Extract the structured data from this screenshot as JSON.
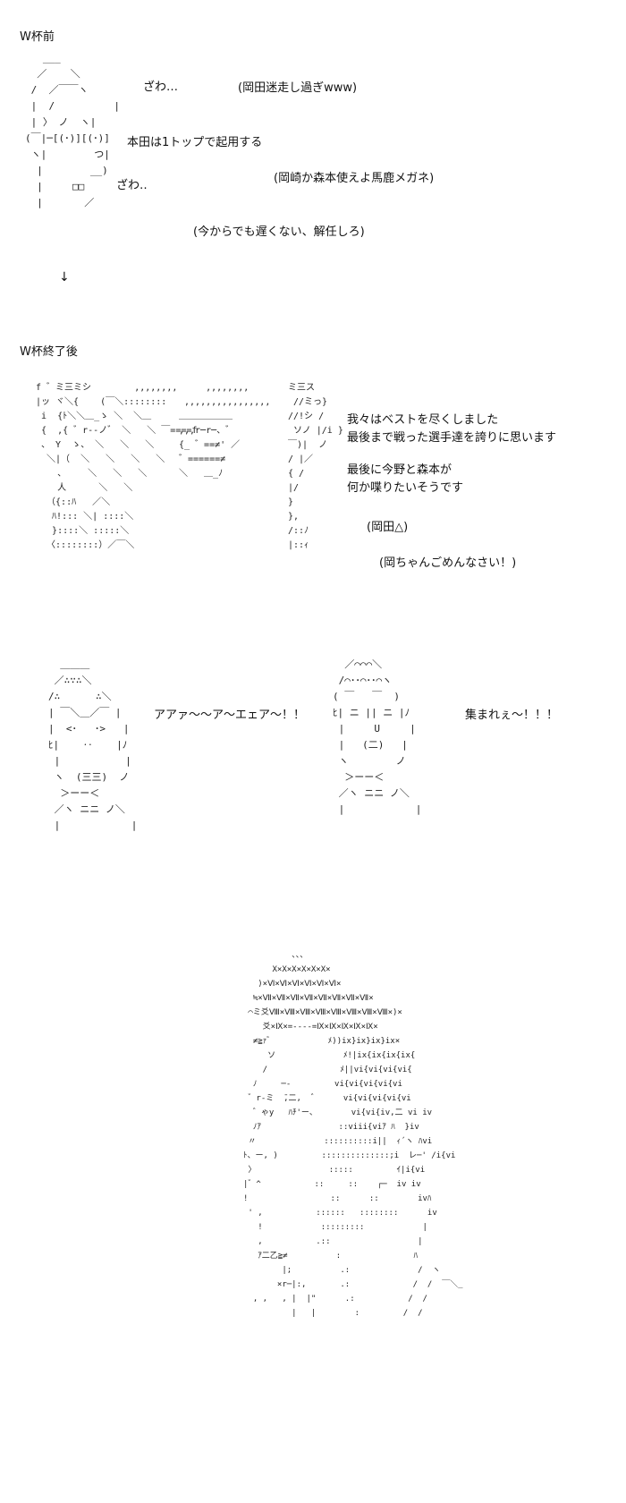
{
  "section1": {
    "heading": "W杯前",
    "zawa1": "ざわ…",
    "quote1": "(岡田迷走し過ぎwww)",
    "line_honda": "本田は1トップで起用する",
    "quote2": "(岡崎か森本使えよ馬鹿メガネ)",
    "zawa2": "ざわ‥",
    "quote3": "(今からでも遅くない、解任しろ)",
    "arrow": "↓"
  },
  "section2": {
    "heading": "W杯終了後",
    "speech1": "我々はベストを尽くしました",
    "speech2": "最後まで戦った選手達を誇りに思います",
    "speech3": "最後に今野と森本が",
    "speech4": "何か喋りたいそうです",
    "quote4": "(岡田△)",
    "quote5": "(岡ちゃんごめんなさい！)"
  },
  "section3": {
    "shout1": "アアァ～～ア～エェア～！！",
    "shout2": "集まれぇ～！！！"
  },
  "art": {
    "okada_before": "   ___\n  ／    ＼\n /  ／￣￣ヽ\n |  /          |\n | 〉 ノ  ヽ|\n(￣|─[(･)][(･)]\n ヽ|        つ|\n  |        __)\n  |     □□\n  |       ／",
    "okada_after": "f ゛ミ三ミシ        ,,,,,,,,\n|ッ ヾ＼{    (￣＼::::::::\n i  {ﾄ＼＼＿_ゝ ＼  ＼＿\n {  ,{ ゛r‐-ノ゛ ＼   ＼ ￣====f\n 、 Y  ゝ、 ＼   ＼   ＼\n  ＼|（  ＼   ＼   ＼   ＼\n    、    ＼   ＼   ＼\n    人      ＼   ＼\n  （{::ﾊ   ／＼\n   ﾊ!::: ＼| ::::＼\n   }::::＼ :::::＼\n  〈::::::::）／￣＼",
    "okada_after_right": "ミ三ス\n //ミっ}\n//!シ /\n ソノ |/i }\n￣)|  ノ\n/ |／\n{ /\n|/\n}\n},\n/::ﾉ\n|::ｨ",
    "okada_after_mid": "     ,,,,,,,,\n ,,,,,,,,,,,,,,,,\n＿＿＿＿＿＿\n,,,r─r─、゛\n{_ ゛==≠' ／\n゛======≠\n＼   ＿_ﾉ",
    "konno": "  ＿＿＿\n ／∴∵∴＼\n/∴      ∴＼\n| ￣＼＿／￣ |\n|  <･   ･>   |\nﾋ|    ‥    |ﾉ\n |           |\n ヽ  (三三)  ノ\n  ＞ーー＜\n ／ヽ ニニ ノ＼\n |            |",
    "morimoto": "  ／⌒⌒⌒＼\n /⌒･･⌒･･⌒ヽ\n( ￣   ￣  )\nﾋ| ニ || ニ |ﾉ\n |     U     |\n |   (二)   |\n ヽ        ノ\n  ＞ーー＜\n ／ヽ ニニ ノ＼\n |            |",
    "big_face": "          、、、\n      X×X×X×X×X×X×\n   )×Ⅵ×Ⅵ×Ⅵ×Ⅵ×Ⅵ×Ⅵ×\n  ≒×Ⅶ×Ⅶ×Ⅶ×Ⅶ×Ⅶ×Ⅶ×Ⅶ×Ⅶ×\n ⌒ミ爻Ⅷ×Ⅷ×Ⅷ×Ⅷ×Ⅷ×Ⅷ×Ⅷ×Ⅷ×)×\n    爻×Ⅸ×=‐‐‐‐=Ⅸ×Ⅸ×Ⅸ×Ⅸ×Ⅸ×\n  ≠≧ｧ゛           ﾒ))ix}ix}ix}ix×\n     ソ              ﾒ!|ix{ix{ix{ix{\n    /               ﾒ||vi{vi{vi{vi{\n  ﾉ     ─‐         vi{vi{vi{vi{vi\n ゛r‐ミ  ̄,二,  ゛     vi{vi{vi{vi{vi\n  ゛ゃy   ﾊﾁ'ー、       vi{vi{iv,二 vi iv\n  ﾉｱ                ::viii{viｱ ﾊ  }iv\n 〃              ::::::::::i||  ｨ´ヽ ﾊvi\nﾄ、ー, )         ::::::::::::::;i  レ─' /i{vi\n 〉               :::::         ｲ|i{vi\n|゛^           ::     ::    ┌─  iv iv\n!                 ::      ::        ivﾊ\n ' ,           ::::::   ::::::::      iv\n   !            :::::::::            |\n   ,           .::                  |\n   ｱ二乙≧≠          :               ﾊ\n        |;          .:              /  ヽ\n       ×r─|:,       .:             /  /  ￣＼_\n  , ,   , |  |\"      .:           /  /\n          |   |        :         /  /"
  }
}
